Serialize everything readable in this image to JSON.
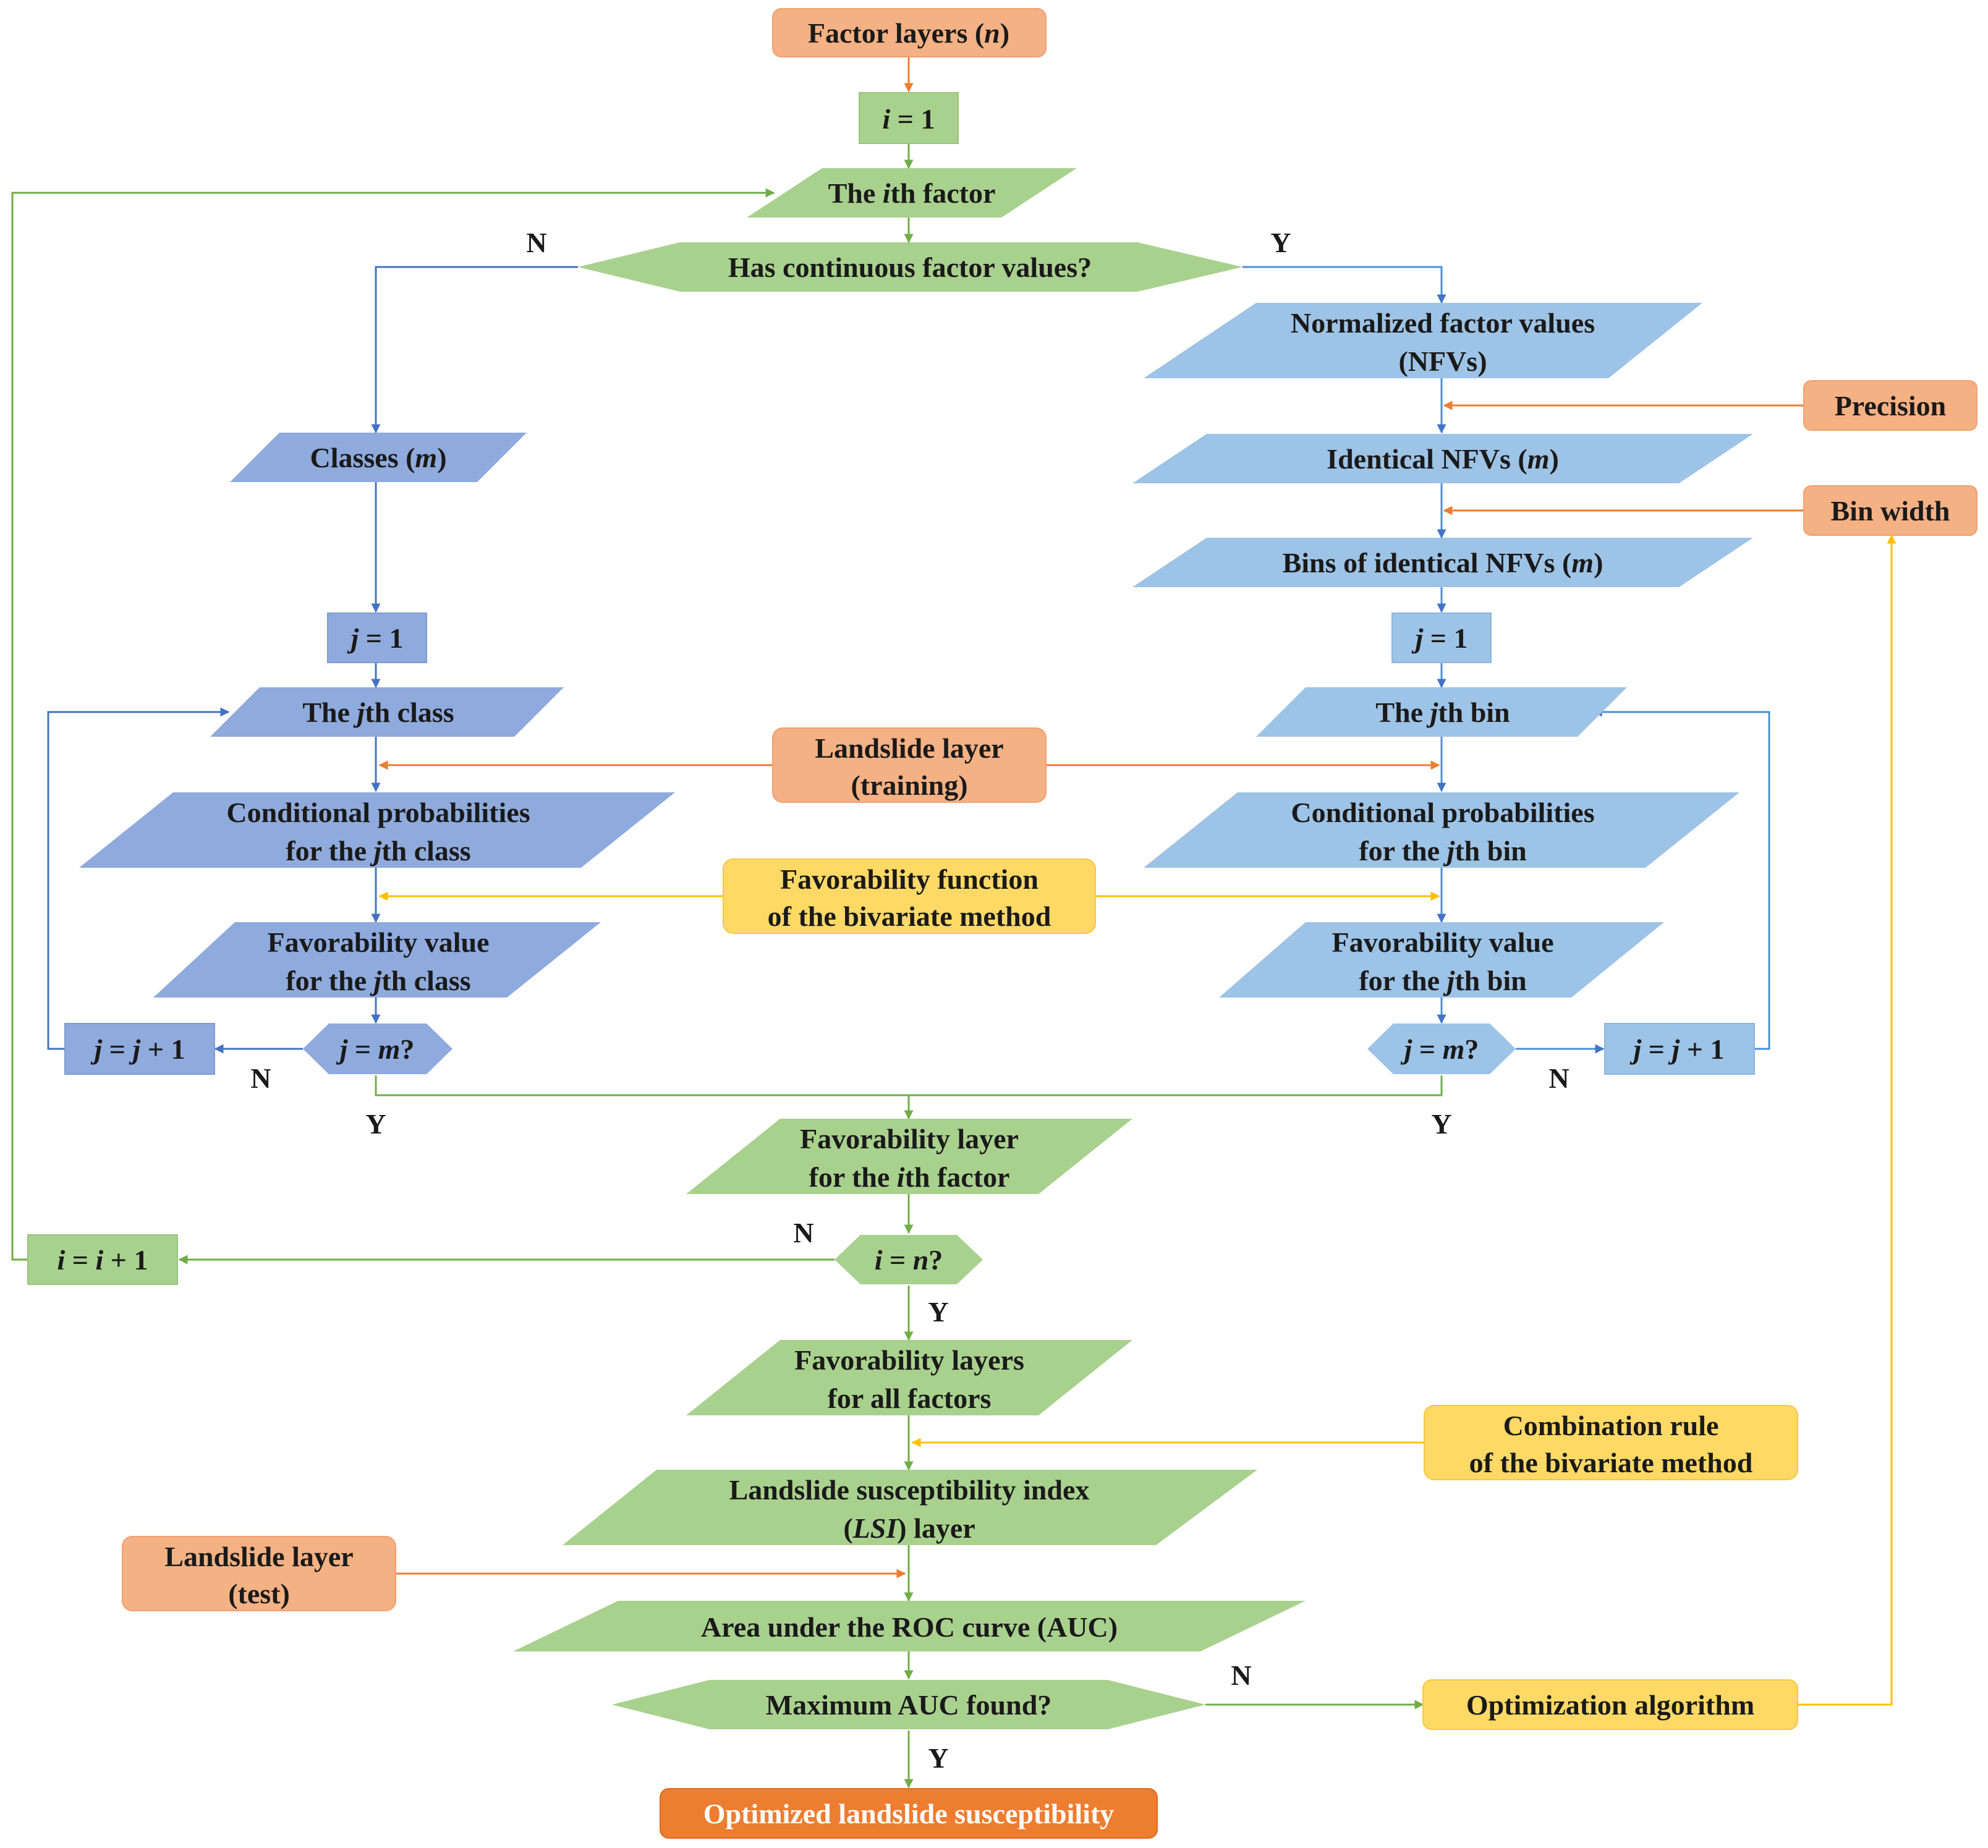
{
  "colors": {
    "green_fill": "#a9d18e",
    "green_line": "#70ad47",
    "blue_fill": "#8faadc",
    "blue_line": "#4472c4",
    "lightblue_fill": "#9dc3e6",
    "orange_fill": "#f4b183",
    "orange_line": "#ed7d31",
    "yellow_fill": "#ffd966",
    "output_fill": "#ed7d31"
  },
  "nodes": {
    "factor_layers": [
      "Factor layers (",
      "n",
      ")"
    ],
    "i_init": [
      "i",
      " = 1"
    ],
    "ith_factor": [
      "The ",
      "i",
      "th factor"
    ],
    "has_continuous": [
      "Has continuous factor values?"
    ],
    "classes": [
      "Classes (",
      "m",
      ")"
    ],
    "j_init_left": [
      "j",
      " = 1"
    ],
    "jth_class": [
      "The ",
      "j",
      "th class"
    ],
    "cond_prob_class_1": [
      "Conditional probabilities"
    ],
    "cond_prob_class_2": [
      "for the ",
      "j",
      "th class"
    ],
    "fav_value_class_1": [
      "Favorability value"
    ],
    "fav_value_class_2": [
      "for the ",
      "j",
      "th class"
    ],
    "j_eq_m_left": [
      "j",
      " = ",
      "m",
      "?"
    ],
    "j_inc_left": [
      "j",
      " = ",
      "j",
      " + 1"
    ],
    "nfv_1": [
      "Normalized factor values"
    ],
    "nfv_2": [
      "(NFVs)"
    ],
    "precision": [
      "Precision"
    ],
    "identical_nfvs": [
      "Identical NFVs (",
      "m",
      ")"
    ],
    "bin_width": [
      "Bin width"
    ],
    "bins": [
      "Bins of identical NFVs (",
      "m",
      ")"
    ],
    "j_init_right": [
      "j",
      " = 1"
    ],
    "jth_bin": [
      "The ",
      "j",
      "th bin"
    ],
    "cond_prob_bin_1": [
      "Conditional probabilities"
    ],
    "cond_prob_bin_2": [
      "for the ",
      "j",
      "th bin"
    ],
    "fav_value_bin_1": [
      "Favorability value"
    ],
    "fav_value_bin_2": [
      "for the ",
      "j",
      "th bin"
    ],
    "j_eq_m_right": [
      "j",
      " = ",
      "m",
      "?"
    ],
    "j_inc_right": [
      "j",
      " = ",
      "j",
      " + 1"
    ],
    "landslide_training_1": [
      "Landslide layer"
    ],
    "landslide_training_2": [
      "(training)"
    ],
    "fav_function_1": [
      "Favorability function"
    ],
    "fav_function_2": [
      "of  the bivariate method"
    ],
    "fav_layer_ith_1": [
      "Favorability layer"
    ],
    "fav_layer_ith_2": [
      "for the ",
      "i",
      "th factor"
    ],
    "i_eq_n": [
      "i",
      " = ",
      "n",
      "?"
    ],
    "i_inc": [
      "i",
      " = ",
      "i",
      " + 1"
    ],
    "fav_layers_all_1": [
      "Favorability layers"
    ],
    "fav_layers_all_2": [
      "for all factors"
    ],
    "combination_rule_1": [
      "Combination rule"
    ],
    "combination_rule_2": [
      "of  the bivariate method"
    ],
    "lsi_1": [
      "Landslide susceptibility index"
    ],
    "lsi_2": [
      "(",
      "LSI",
      ") layer"
    ],
    "landslide_test_1": [
      "Landslide layer"
    ],
    "landslide_test_2": [
      "(test)"
    ],
    "auc": [
      "Area under the ROC curve (AUC)"
    ],
    "max_auc": [
      "Maximum AUC found?"
    ],
    "optimization": [
      "Optimization algorithm"
    ],
    "output": [
      "Optimized landslide susceptibility"
    ]
  },
  "branch_labels": {
    "yes": "Y",
    "no": "N"
  }
}
